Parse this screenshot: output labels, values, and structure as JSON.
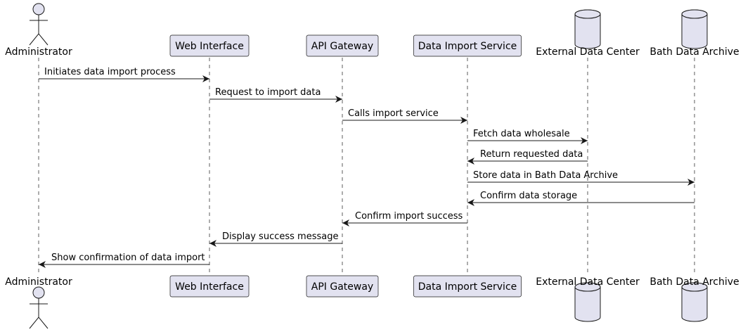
{
  "participants": [
    {
      "id": "admin",
      "name": "Administrator",
      "kind": "actor"
    },
    {
      "id": "web",
      "name": "Web Interface",
      "kind": "box"
    },
    {
      "id": "api",
      "name": "API Gateway",
      "kind": "box"
    },
    {
      "id": "dis",
      "name": "Data Import Service",
      "kind": "box"
    },
    {
      "id": "edc",
      "name": "External Data Center",
      "kind": "database"
    },
    {
      "id": "bda",
      "name": "Bath Data Archive",
      "kind": "database"
    }
  ],
  "messages": [
    {
      "from": "admin",
      "to": "web",
      "label": "Initiates data import process"
    },
    {
      "from": "web",
      "to": "api",
      "label": "Request to import data"
    },
    {
      "from": "api",
      "to": "dis",
      "label": "Calls import service"
    },
    {
      "from": "dis",
      "to": "edc",
      "label": "Fetch data wholesale"
    },
    {
      "from": "edc",
      "to": "dis",
      "label": "Return requested data"
    },
    {
      "from": "dis",
      "to": "bda",
      "label": "Store data in Bath Data Archive"
    },
    {
      "from": "bda",
      "to": "dis",
      "label": "Confirm data storage"
    },
    {
      "from": "dis",
      "to": "api",
      "label": "Confirm import success"
    },
    {
      "from": "api",
      "to": "web",
      "label": "Display success message"
    },
    {
      "from": "web",
      "to": "admin",
      "label": "Show confirmation of data import"
    }
  ],
  "colors": {
    "participant_fill": "#e2e2f0",
    "participant_stroke": "#181818",
    "lifeline": "#181818",
    "arrow": "#181818",
    "text": "#000000"
  }
}
